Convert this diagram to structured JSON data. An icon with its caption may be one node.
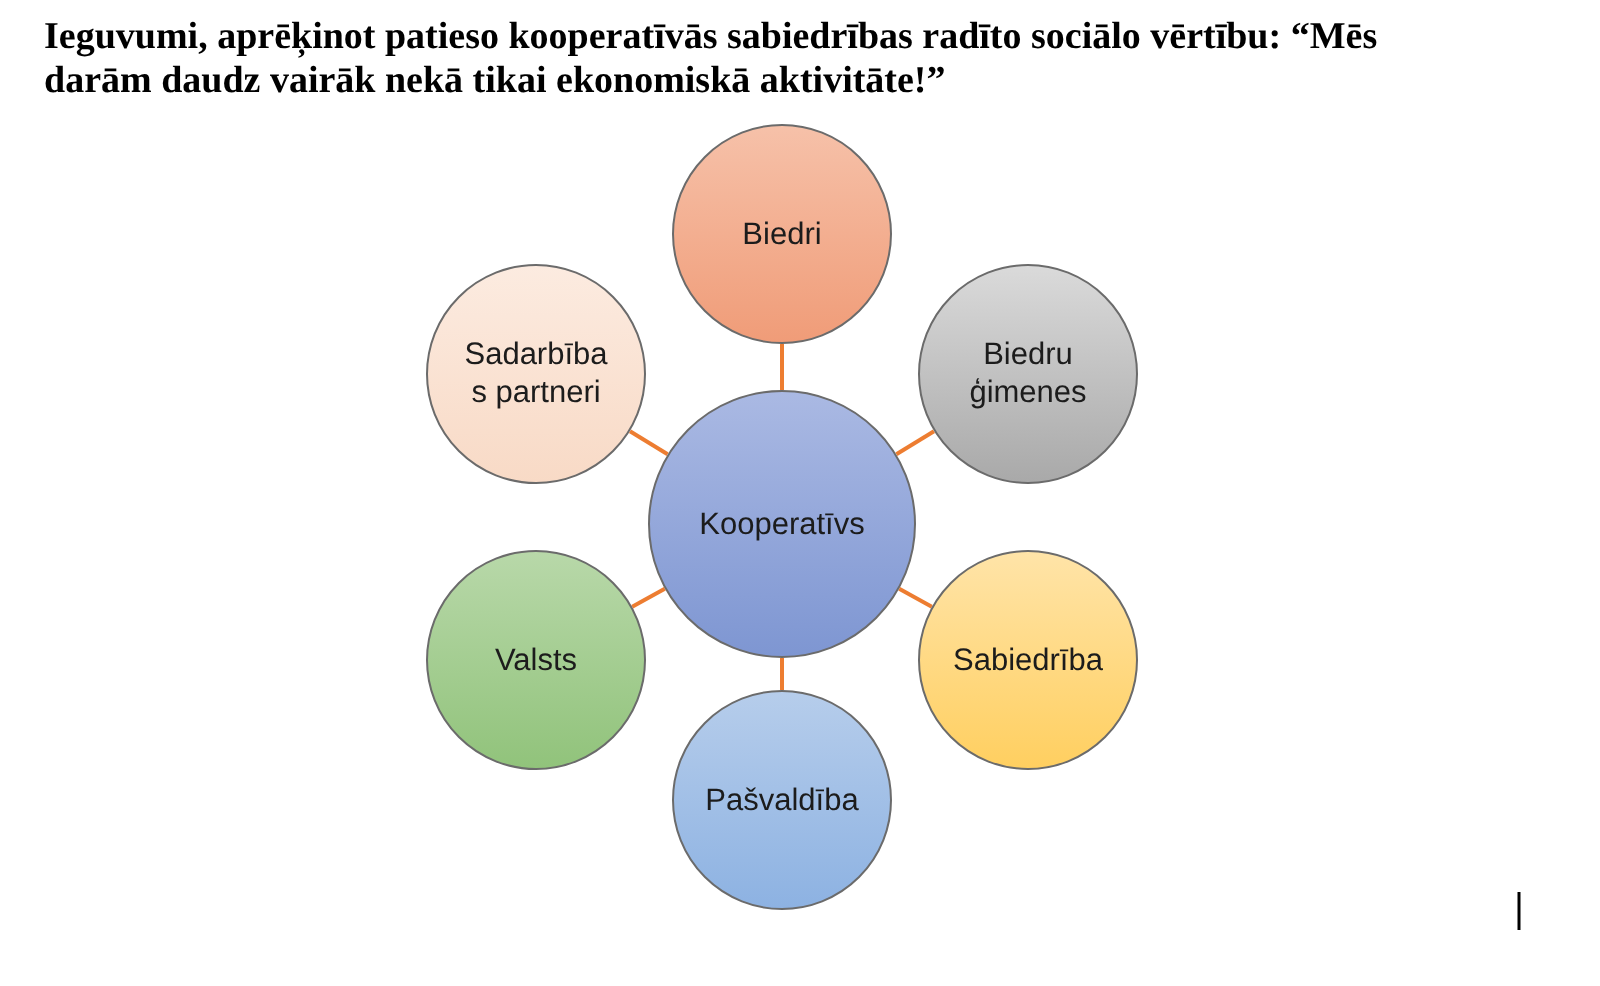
{
  "diagram": {
    "title": "Ieguvumi, aprēķinot patieso kooperatīvās sabiedrības radīto sociālo vērtību: “Mēs darām daudz vairāk nekā tikai ekonomiskā aktivitāte!”",
    "nodes": [
      {
        "text": [
          "Biedri"
        ]
      },
      {
        "text": [
          "Sadarbības partneri"
        ]
      },
      {
        "text": [
          "Biedru ģimenes"
        ]
      },
      {
        "text": [
          "Kooperatīvs"
        ]
      },
      {
        "text": [
          "Valsts"
        ]
      },
      {
        "text": [
          "Sabiedrība"
        ]
      },
      {
        "text": [
          "Pašvaldība"
        ]
      }
    ],
    "edges": [
      {
        "from": 3,
        "to": 0,
        "arrow": "none"
      },
      {
        "from": 3,
        "to": 1,
        "arrow": "none"
      },
      {
        "from": 3,
        "to": 2,
        "arrow": "none"
      },
      {
        "from": 3,
        "to": 4,
        "arrow": "none"
      },
      {
        "from": 3,
        "to": 5,
        "arrow": "none"
      },
      {
        "from": 3,
        "to": 6,
        "arrow": "none"
      }
    ]
  }
}
